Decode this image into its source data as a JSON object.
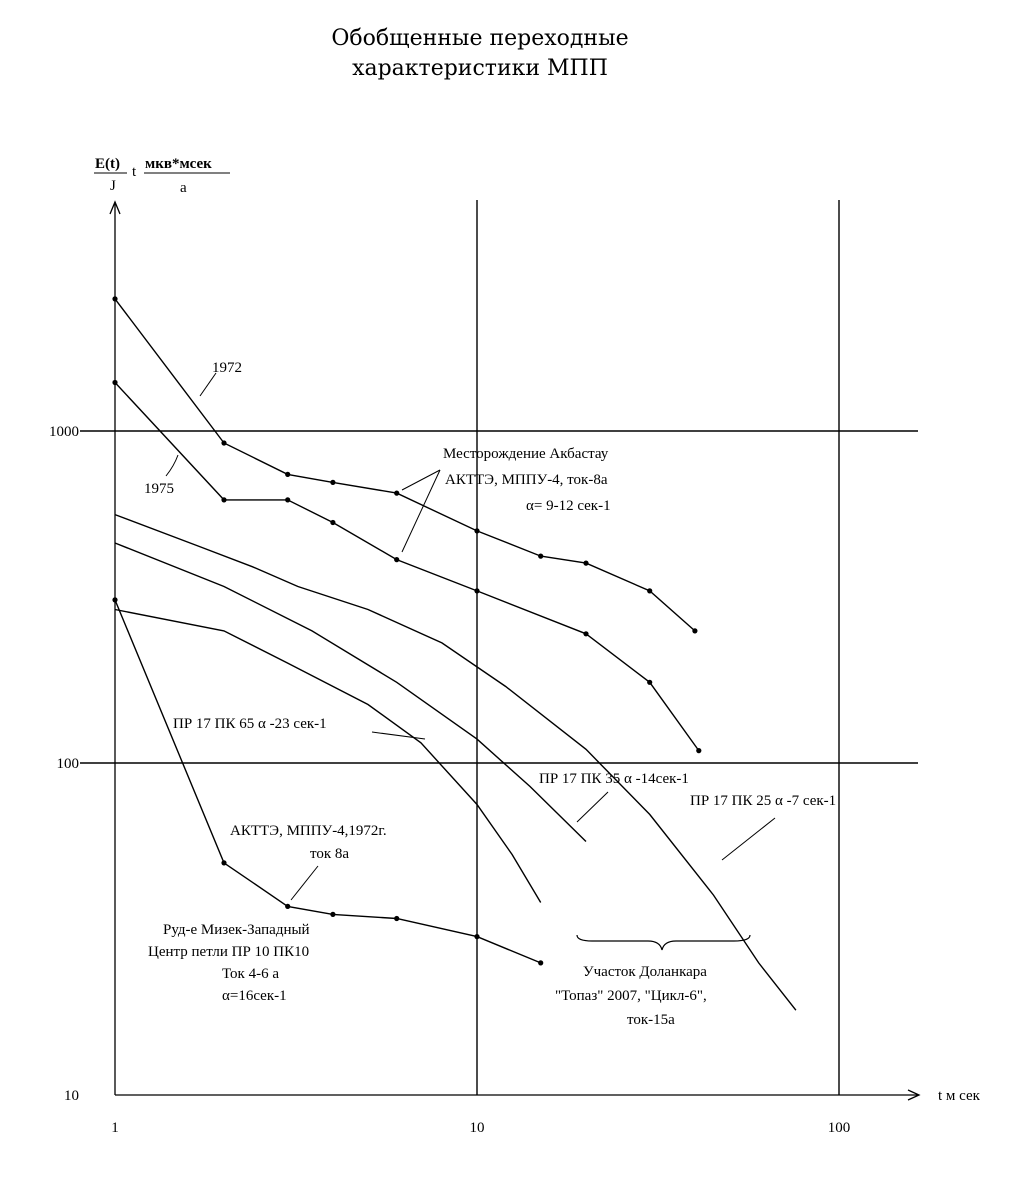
{
  "title_line1": "Обобщенные переходные",
  "title_line2": "характеристики МПП",
  "chart_data": {
    "type": "line",
    "xscale": "log",
    "yscale": "log",
    "xlim": [
      1,
      200
    ],
    "ylim": [
      10,
      5000
    ],
    "grid": true,
    "xlabel": "t м сек",
    "ylabel": {
      "numerator": "E(t)",
      "denominator": "J",
      "t": "t",
      "unit_numerator": "мкв*мсек",
      "unit_denominator": "a"
    },
    "xticks": [
      {
        "value": 1,
        "label": "1"
      },
      {
        "value": 10,
        "label": "10"
      },
      {
        "value": 100,
        "label": "100"
      }
    ],
    "yticks": [
      {
        "value": 10,
        "label": "10"
      },
      {
        "value": 100,
        "label": "100"
      },
      {
        "value": 1000,
        "label": "1000"
      }
    ],
    "series": [
      {
        "key": "s1972",
        "name": "1972",
        "markers": true,
        "points": [
          [
            1,
            2500
          ],
          [
            2,
            920
          ],
          [
            3,
            740
          ],
          [
            4,
            700
          ],
          [
            6,
            650
          ],
          [
            10,
            500
          ],
          [
            15,
            420
          ],
          [
            20,
            400
          ],
          [
            30,
            330
          ],
          [
            40,
            250
          ]
        ]
      },
      {
        "key": "s1975",
        "name": "1975",
        "markers": true,
        "points": [
          [
            1,
            1400
          ],
          [
            2,
            620
          ],
          [
            3,
            620
          ],
          [
            4,
            530
          ],
          [
            6,
            410
          ],
          [
            10,
            330
          ],
          [
            20,
            245
          ],
          [
            30,
            175
          ],
          [
            41,
            109
          ]
        ]
      },
      {
        "key": "pk25",
        "name": "ПР 17 ПК 25 α -7 сек-1",
        "markers": false,
        "points": [
          [
            1,
            560
          ],
          [
            1.7,
            450
          ],
          [
            2.4,
            390
          ],
          [
            3.2,
            340
          ],
          [
            5,
            290
          ],
          [
            8,
            230
          ],
          [
            12,
            170
          ],
          [
            20,
            110
          ],
          [
            30,
            70
          ],
          [
            45,
            40
          ],
          [
            60,
            25
          ],
          [
            76,
            18
          ]
        ]
      },
      {
        "key": "pk35",
        "name": "ПР 17 ПК 35 α -14сек-1",
        "markers": false,
        "points": [
          [
            1,
            460
          ],
          [
            2,
            340
          ],
          [
            3.5,
            250
          ],
          [
            6,
            175
          ],
          [
            10,
            118
          ],
          [
            14,
            85
          ],
          [
            20,
            58
          ]
        ]
      },
      {
        "key": "pk65",
        "name": "ПР 17 ПК 65 α -23 сек-1",
        "markers": false,
        "points": [
          [
            1,
            290
          ],
          [
            2,
            250
          ],
          [
            3,
            200
          ],
          [
            5,
            150
          ],
          [
            7,
            115
          ],
          [
            10,
            75
          ],
          [
            12.5,
            53
          ],
          [
            15,
            38
          ]
        ]
      },
      {
        "key": "mizek",
        "name": "АКТТЭ, МППУ-4,1972г. ток 8а",
        "markers": true,
        "points": [
          [
            1,
            310
          ],
          [
            2,
            50
          ],
          [
            3,
            37
          ],
          [
            4,
            35
          ],
          [
            6,
            34
          ],
          [
            10,
            30
          ],
          [
            15,
            25
          ]
        ]
      }
    ],
    "annotations": {
      "akbastau": [
        "Месторождение Акбастау",
        "АКТТЭ, МППУ-4, ток-8а",
        "α= 9-12 сек-1"
      ],
      "mizek_label": [
        "АКТТЭ, МППУ-4,1972г.",
        "ток 8а"
      ],
      "mizek_site": [
        "Руд-е Мизек-Западный",
        "Центр петли ПР 10 ПК10",
        "Ток 4-6 а",
        "α=16сек-1"
      ],
      "dolankara": [
        "Участок Доланкара",
        "\"Топаз\" 2007, \"Цикл-6\",",
        "ток-15а"
      ]
    }
  }
}
